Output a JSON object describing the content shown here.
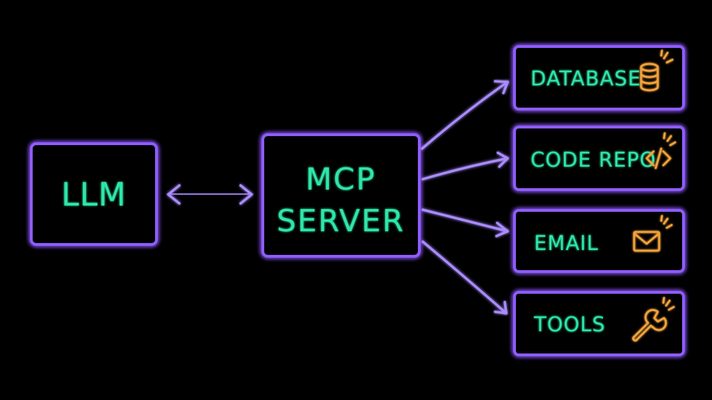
{
  "nodes": {
    "llm": {
      "label": "LLM"
    },
    "mcp_server": {
      "label_line1": "MCP",
      "label_line2": "SERVER"
    },
    "database": {
      "label": "DATABASE",
      "icon": "database-icon"
    },
    "code_repo": {
      "label": "CODE REPO",
      "icon": "code-icon"
    },
    "email": {
      "label": "EMAIL",
      "icon": "envelope-icon"
    },
    "tools": {
      "label": "TOOLS",
      "icon": "wrench-icon"
    }
  },
  "edges": [
    {
      "from": "llm",
      "to": "mcp_server",
      "direction": "bidirectional"
    },
    {
      "from": "mcp_server",
      "to": "database",
      "direction": "forward"
    },
    {
      "from": "mcp_server",
      "to": "code_repo",
      "direction": "forward"
    },
    {
      "from": "mcp_server",
      "to": "email",
      "direction": "forward"
    },
    {
      "from": "mcp_server",
      "to": "tools",
      "direction": "forward"
    }
  ],
  "colors": {
    "background": "#000000",
    "box_border": "#8f5cff",
    "arrow": "#a98bff",
    "text": "#2fe6a8",
    "icon": "#f2a23a"
  }
}
